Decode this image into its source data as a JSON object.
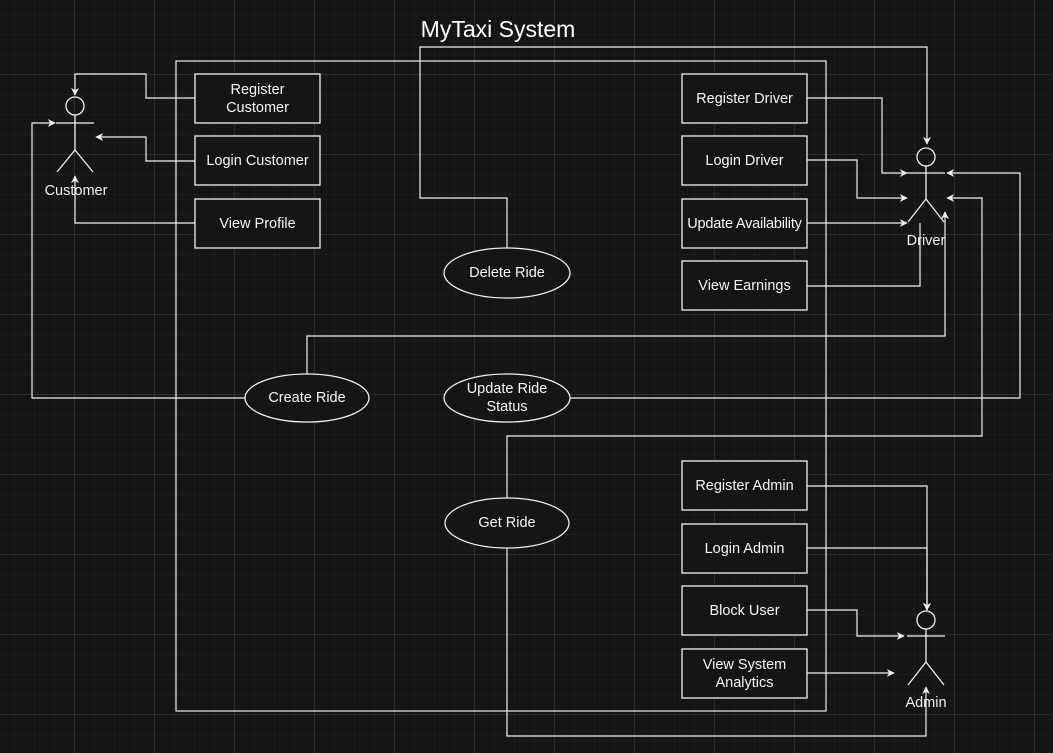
{
  "diagram": {
    "title": "MyTaxi System",
    "colors": {
      "background": "#151515",
      "stroke": "#f0f0f0",
      "text": "#f5f5f5"
    },
    "actors": {
      "customer": "Customer",
      "driver": "Driver",
      "admin": "Admin"
    },
    "customer_use_cases": {
      "register": "Register\nCustomer",
      "login": "Login Customer",
      "profile": "View Profile"
    },
    "driver_use_cases": {
      "register": "Register Driver",
      "login": "Login Driver",
      "availability": "Update Availability",
      "earnings": "View Earnings"
    },
    "admin_use_cases": {
      "register": "Register Admin",
      "login": "Login Admin",
      "block": "Block User",
      "analytics": "View System\nAnalytics"
    },
    "ride_use_cases": {
      "delete": "Delete Ride",
      "create": "Create Ride",
      "update_status": "Update Ride\nStatus",
      "get": "Get Ride"
    }
  }
}
